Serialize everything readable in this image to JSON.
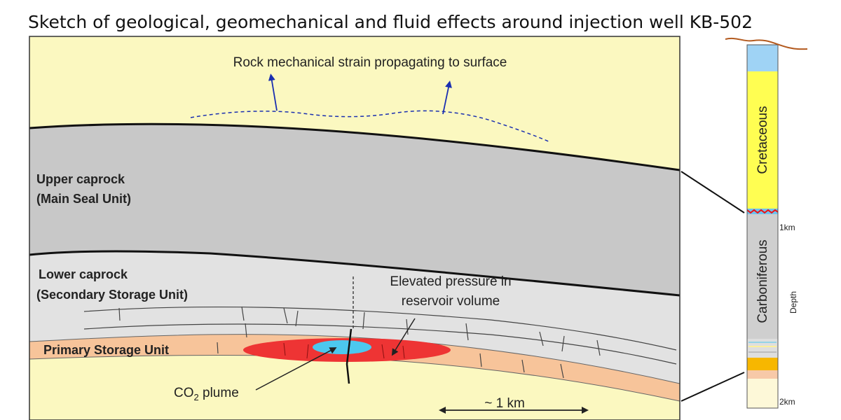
{
  "title": "Sketch of geological, geomechanical and fluid effects around injection well KB-502",
  "labels": {
    "surface_strain": "Rock mechanical strain propagating to surface",
    "upper_caprock_line1": "Upper caprock",
    "upper_caprock_line2": "(Main Seal Unit)",
    "lower_caprock_line1": "Lower caprock",
    "lower_caprock_line2": "(Secondary Storage Unit)",
    "primary_storage": "Primary Storage Unit",
    "pressure_line1": "Elevated pressure in",
    "pressure_line2": "reservoir volume",
    "co2_prefix": "CO",
    "co2_sub": "2",
    "co2_suffix": " plume",
    "scale": "~ 1 km"
  },
  "column": {
    "cretaceous": "Cretaceous",
    "carboniferous": "Carboniferous",
    "depth": "Depth",
    "tick_1km": "1km",
    "tick_2km": "2km"
  },
  "colors": {
    "pale_yellow": "#fbf8c0",
    "upper_caprock": "#c8c8c8",
    "lower_caprock": "#e2e2e2",
    "primary_storage": "#f7c49a",
    "pressure_red": "#ee3434",
    "plume_cyan": "#4cc8ee",
    "arrow_blue": "#1a2fb0",
    "cretaceous_yellow": "#fffe52",
    "sky_blue": "#9fd3f5",
    "surface_brown": "#b35a1f",
    "orange_band": "#f7b700"
  }
}
